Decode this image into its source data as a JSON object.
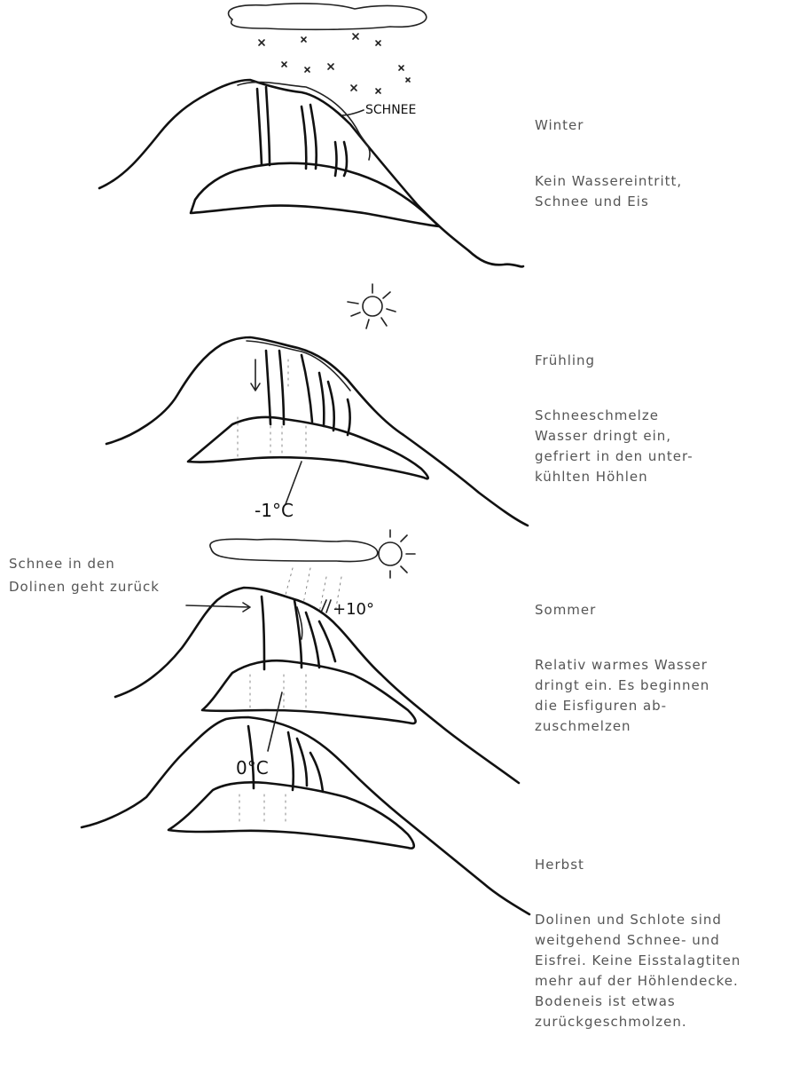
{
  "panels": [
    {
      "season": "Winter",
      "description": [
        "Kein Wassereintritt,",
        "Schnee und Eis"
      ]
    },
    {
      "season": "Frühling",
      "description": [
        "Schneeschmelze",
        "Wasser dringt ein,",
        "gefriert in den unter-",
        "kühlten Höhlen"
      ]
    },
    {
      "season": "Sommer",
      "description": [
        "Relativ warmes Wasser",
        "dringt ein. Es beginnen",
        "die Eisfiguren ab-",
        "zuschmelzen"
      ]
    },
    {
      "season": "Herbst",
      "description": [
        "Dolinen und Schlote sind",
        "weitgehend Schnee- und",
        "Eisfrei. Keine Eisstalagtiten",
        "mehr auf der Höhlendecke.",
        "Bodeneis ist etwas",
        "zurückgeschmolzen."
      ]
    }
  ],
  "sketch_labels": {
    "schnee": "SCHNEE",
    "spring_temperature": "-1°C",
    "summer_temperature": "0°C",
    "summer_air_temperature": "+10°",
    "summer_side_note": [
      "Schnee in den",
      "Dolinen geht zurück"
    ]
  },
  "colors": {
    "ink": "#111111",
    "text": "#555555",
    "background": "#ffffff"
  }
}
